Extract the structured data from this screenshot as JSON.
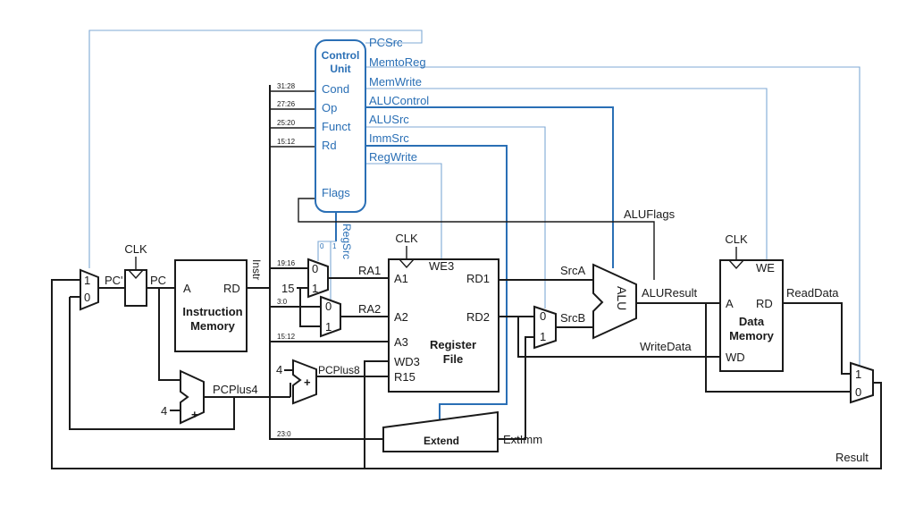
{
  "control_unit": {
    "title_line1": "Control",
    "title_line2": "Unit",
    "inputs": {
      "cond": "Cond",
      "op": "Op",
      "funct": "Funct",
      "rd": "Rd",
      "flags": "Flags"
    },
    "outputs": {
      "pcsrc": "PCSrc",
      "memtoreg": "MemtoReg",
      "memwrite": "MemWrite",
      "alucontrol": "ALUControl",
      "alusrc": "ALUSrc",
      "immsrc": "ImmSrc",
      "regwrite": "RegWrite",
      "regsrc": "RegSrc"
    }
  },
  "instr_bits": {
    "b31_28": "31:28",
    "b27_26": "27:26",
    "b25_20": "25:20",
    "b15_12a": "15:12",
    "b19_16": "19:16",
    "b3_0": "3:0",
    "b15_12b": "15:12",
    "b23_0": "23:0"
  },
  "regsrc_bits": {
    "bit0": "0",
    "bit1": "1"
  },
  "labels": {
    "clk": "CLK",
    "pc_prime": "PC'",
    "pc": "PC",
    "instr": "Instr",
    "pcplus4": "PCPlus4",
    "pcplus8": "PCPlus8",
    "four": "4",
    "fifteen": "15",
    "ra1": "RA1",
    "ra2": "RA2",
    "srca": "SrcA",
    "srcb": "SrcB",
    "aluflags": "ALUFlags",
    "aluresult": "ALUResult",
    "writedata": "WriteData",
    "readdata": "ReadData",
    "extimm": "ExtImm",
    "result": "Result"
  },
  "blocks": {
    "instr_memory": {
      "line1": "Instruction",
      "line2": "Memory",
      "port_a": "A",
      "port_rd": "RD"
    },
    "register_file": {
      "line1": "Register",
      "line2": "File",
      "a1": "A1",
      "a2": "A2",
      "a3": "A3",
      "wd3": "WD3",
      "r15": "R15",
      "we3": "WE3",
      "rd1": "RD1",
      "rd2": "RD2"
    },
    "data_memory": {
      "line1": "Data",
      "line2": "Memory",
      "port_a": "A",
      "port_rd": "RD",
      "port_wd": "WD",
      "port_we": "WE"
    },
    "alu": "ALU",
    "extend": "Extend"
  },
  "mux_inputs": {
    "one": "1",
    "zero": "0"
  },
  "adder_symbol": "+",
  "colors": {
    "wire": "#1a1a1a",
    "control": "#2a6fb5",
    "control_thin": "#7fa9d4"
  }
}
